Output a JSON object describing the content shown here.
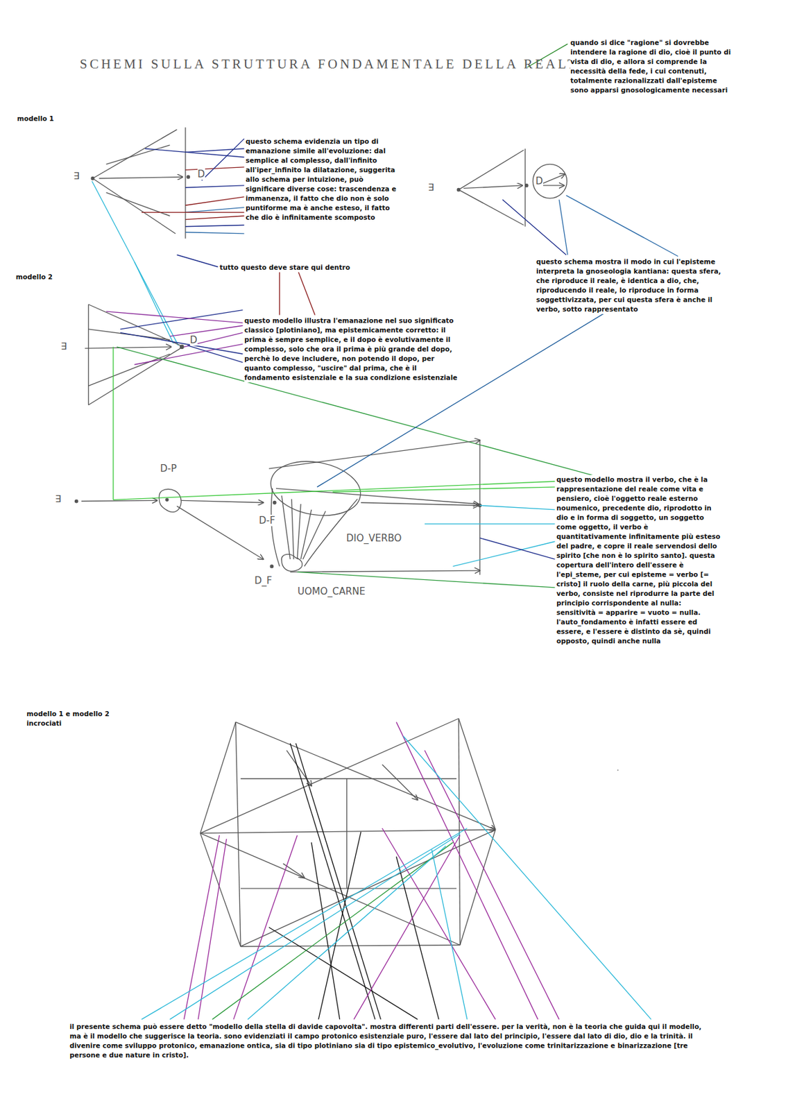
{
  "diagram": {
    "title": "SCHEMI SULLA STRUTTURA FONDAMENTALE DELLA REALTA'",
    "caption": "il presente schema può essere detto \"modello della stella di davide capovolta\". mostra differenti parti dell'essere. per la verità, non è la teoria che guida qui il modello, ma è il modello che suggerisce la teoria. sono evidenziati il campo protonico esistenziale puro, l'essere dal lato del principio, l'essere dal lato di dio, dio e la trinità. il divenire come sviluppo protonico, emanazione ontica, sia di tipo plotiniano sia di tipo epistemico_evolutivo, l'evoluzione come trinitarizzazione e binarizzazione [tre persone e due nature in cristo].",
    "labels": [
      "quando si dice \"ragione\" si dovrebbe intendere la ragione di dio, cioè il punto di vista di dio, e allora si comprende la necessità della fede, i cui contenuti, totalmente razionalizzati dall'episteme sono apparsi gnosologicamente necessari",
      "modello 1",
      "questo schema evidenzia un tipo di emanazione simile all'evoluzione: dal semplice al complesso, dall'infinito all'iper_infinito la dilatazione, suggerita allo schema per intuizione, può significare diverse cose: trascendenza e immanenza, il fatto che dio non è solo puntiforme ma è anche esteso, il fatto che dio è infinitamente scomposto",
      "tutto questo deve stare qui dentro",
      "questo schema mostra il modo in cui l'episteme interpreta la gnoseologia kantiana: questa sfera, che riproduce il reale, è identica a dio, che, riproducendo il reale, lo riproduce in forma soggettivizzata, per cui questa sfera è anche il verbo, sotto rappresentato",
      "modello 2",
      "questo modello illustra l'emanazione nel suo significato classico [plotiniano], ma epistemicamente corretto: il prima è sempre semplice, e il dopo è evolutivamente il complesso, solo che ora il prima è più grande del dopo, perchè lo deve includere, non potendo il dopo, per quanto complesso, \"uscire\" dal prima, che è il fondamento esistenziale e la sua condizione esistenziale",
      "questo modello mostra il verbo, che è la rappresentazione del reale come vita e pensiero, cioè l'oggetto reale esterno noumenico, precedente dio, riprodotto in dio e in forma di soggetto, un soggetto come oggetto, il verbo è quantitativamente infinitamente più esteso del padre, e copre il reale servendosi dello spirito [che non è lo spirito santo]. questa copertura dell'intero dell'essere è l'epi_steme, per cui episteme = verbo [= cristo] il ruolo della carne, più piccola del verbo, consiste nel riprodurre la parte del principio corrispondente al nulla: sensitività = apparire = vuoto = nulla. l'auto_fondamento è infatti essere ed essere, e l'essere è distinto da sè, quindi opposto, quindi anche nulla",
      "modello 1 e modello 2 incrociati",
      "∃",
      "D",
      "∃",
      "D",
      "∃",
      "D",
      "D-P",
      "∃",
      "D-F",
      "DIO_VERBO",
      "D_F",
      "UOMO_CARNE"
    ]
  }
}
